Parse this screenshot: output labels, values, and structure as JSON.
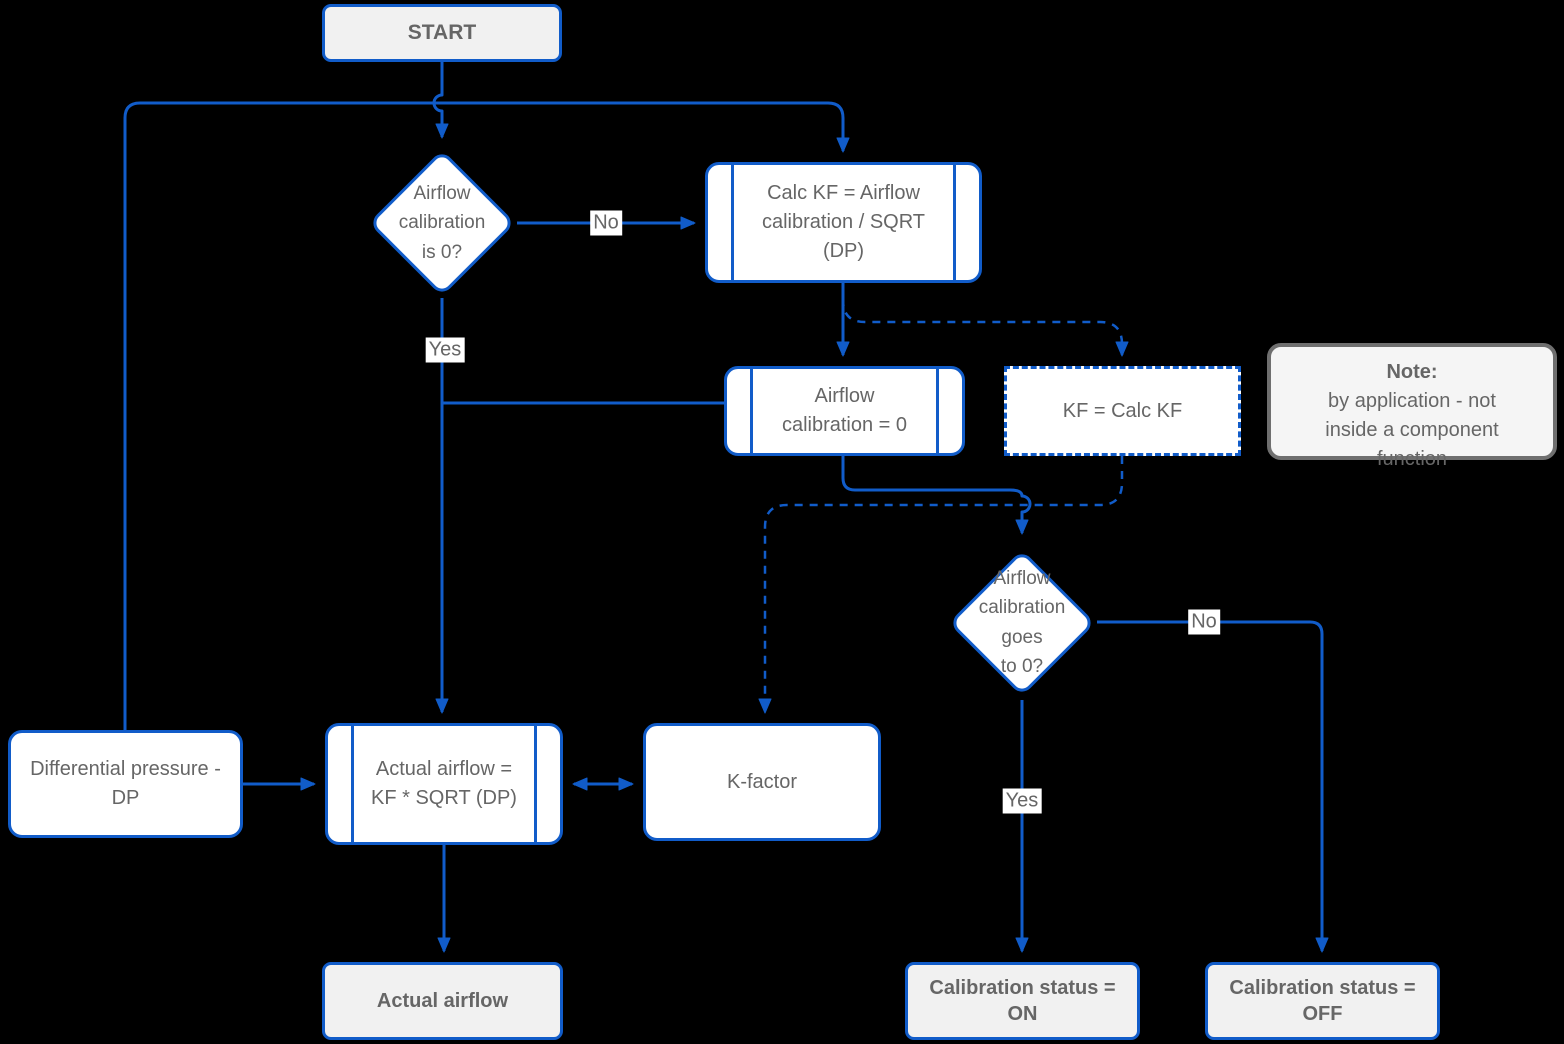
{
  "diagram": {
    "colors": {
      "background": "#000000",
      "accent_blue": "#115CC9",
      "text_gray": "#666666",
      "terminal_fill": "#F1F1F1",
      "process_fill": "#FFFFFF",
      "note_fill": "#F5F5F5",
      "note_border": "#6F6F6F"
    },
    "nodes": {
      "start": "START",
      "decision_airflow_cal_is_0": "Airflow\ncalibration\nis 0?",
      "calc_kf": "Calc KF = Airflow\ncalibration / SQRT\n(DP)",
      "airflow_cal_eq_0": "Airflow\ncalibration = 0",
      "kf_eq_calc_kf": "KF = Calc KF",
      "decision_airflow_cal_goes_0": "Airflow\ncalibration\ngoes\nto 0?",
      "diff_pressure": "Differential pressure -\nDP",
      "actual_airflow_calc": "Actual airflow =\nKF * SQRT (DP)",
      "k_factor": "K-factor",
      "actual_airflow": "Actual airflow",
      "cal_status_on": "Calibration status =\nON",
      "cal_status_off": "Calibration status =\nOFF"
    },
    "note": {
      "bold": "Note:",
      "text": "by application - not\ninside a component\nfunction"
    },
    "edge_labels": {
      "no_1": "No",
      "yes_1": "Yes",
      "no_2": "No",
      "yes_2": "Yes"
    }
  }
}
